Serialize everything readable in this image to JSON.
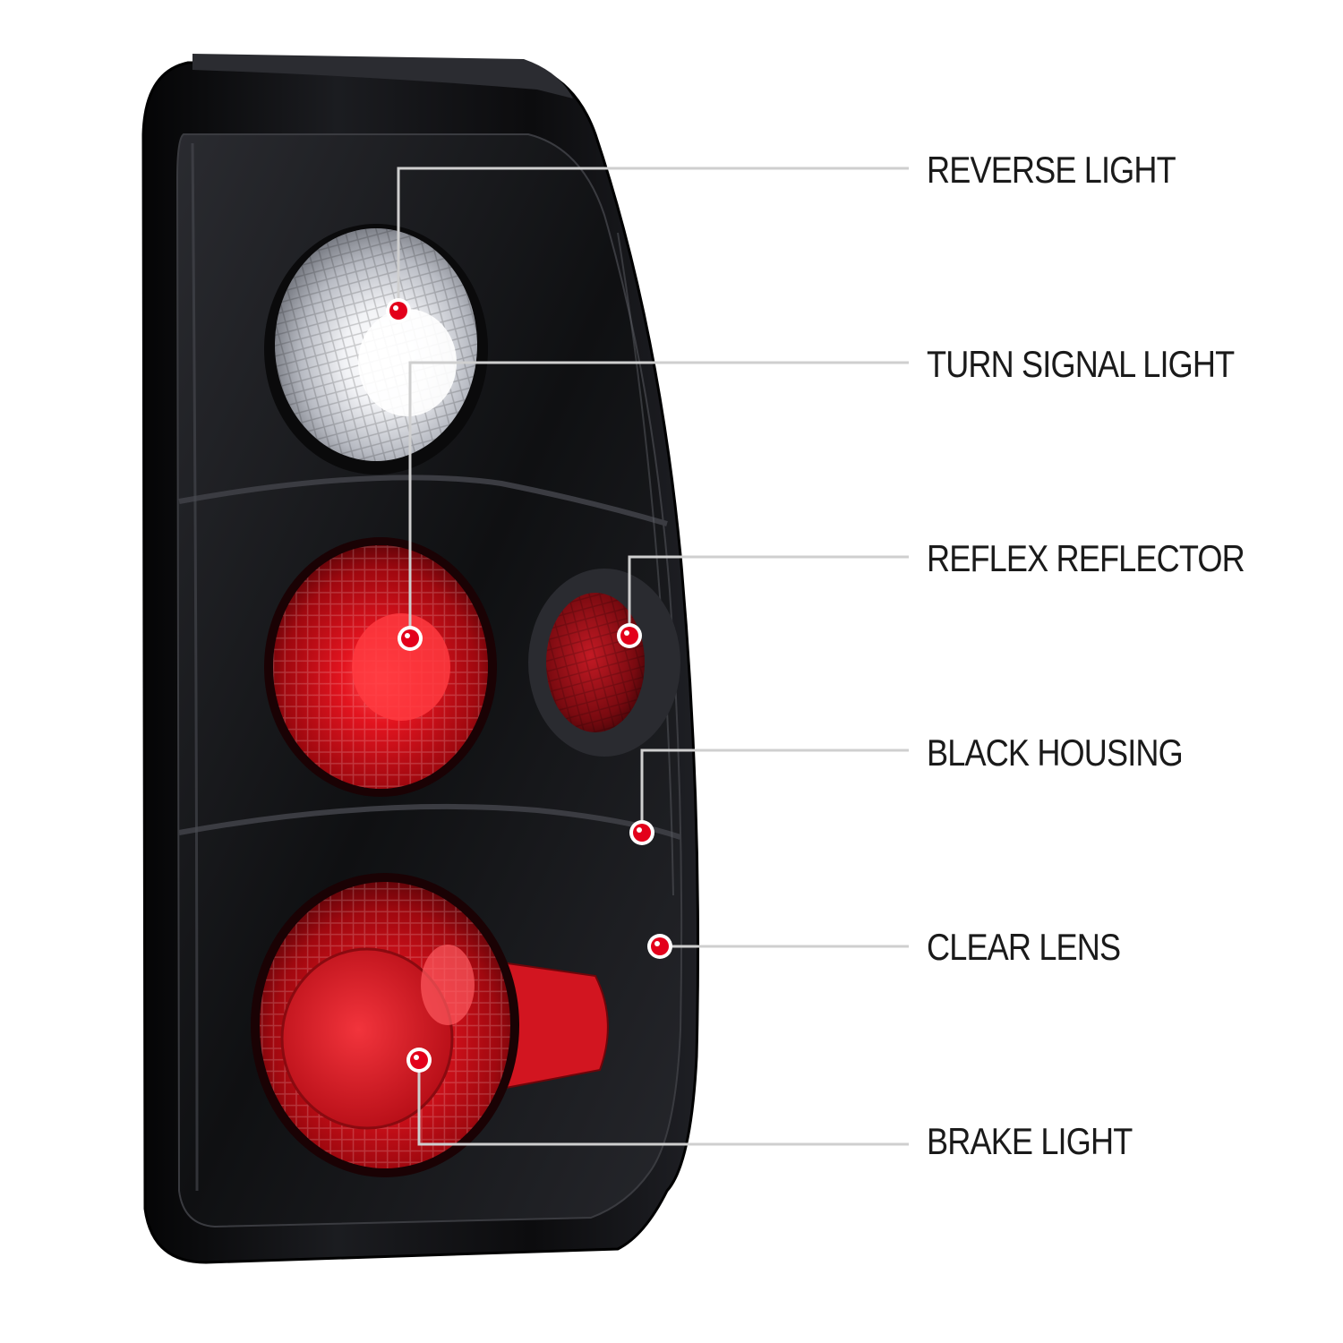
{
  "callouts": [
    {
      "label": "REVERSE LIGHT"
    },
    {
      "label": "TURN SIGNAL LIGHT"
    },
    {
      "label": "REFLEX REFLECTOR"
    },
    {
      "label": "BLACK HOUSING"
    },
    {
      "label": "CLEAR LENS"
    },
    {
      "label": "BRAKE LIGHT"
    }
  ],
  "colors": {
    "leader_line": "#cfcfcf",
    "marker_fill": "#e3001b",
    "marker_ring": "#ffffff",
    "housing": "#0d0d0f",
    "red_lens": "#d0101c",
    "clear_lens": "#e8eaee"
  }
}
